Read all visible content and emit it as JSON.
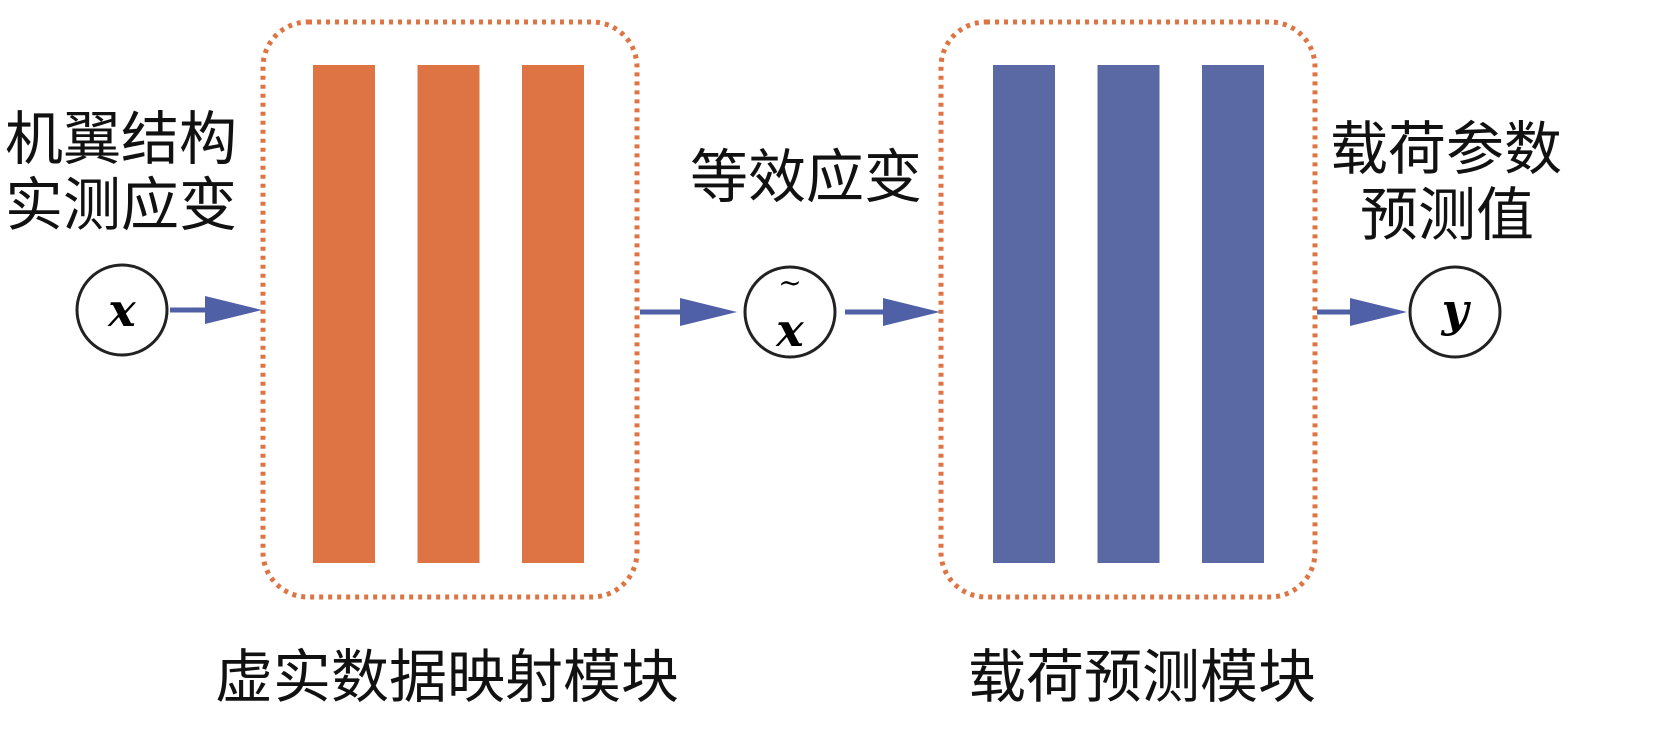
{
  "colors": {
    "orange": "#DE7443",
    "blue": "#5A69A3",
    "arrow": "#5060A6",
    "circle": "#222222"
  },
  "input_label": [
    "机翼结构",
    "实测应变"
  ],
  "middle_label": "等效应变",
  "output_label": [
    "载荷参数",
    "预测值"
  ],
  "nodes": {
    "input": "x",
    "middle": "x",
    "middle_accent": "~",
    "output": "y"
  },
  "modules": [
    {
      "label": "虚实数据映射模块",
      "layers": 3
    },
    {
      "label": "载荷预测模块",
      "layers": 3
    }
  ]
}
